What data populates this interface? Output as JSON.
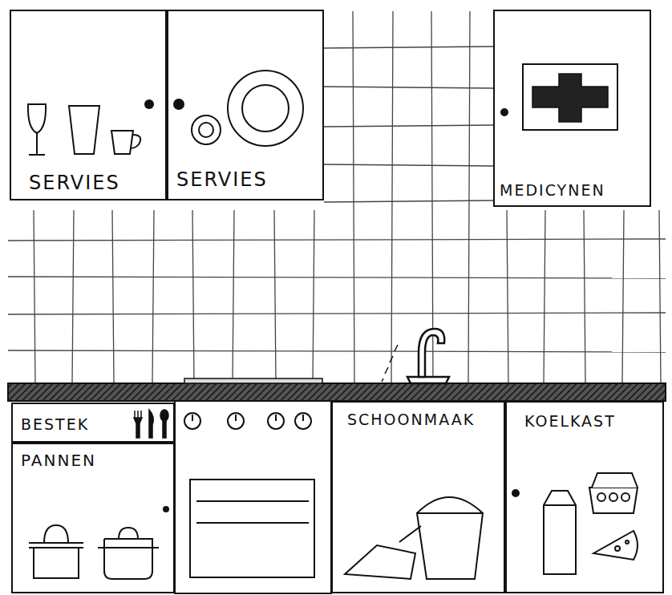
{
  "diagram": {
    "nodes": [
      {
        "text": [
          "SERVIES"
        ]
      },
      {
        "text": [
          "SERVIES"
        ]
      },
      {
        "text": [
          "MEDICYNEN"
        ]
      },
      {
        "text": [
          "BESTEK"
        ]
      },
      {
        "text": [
          "PANNEN"
        ]
      },
      {
        "text": [
          "SCHOONMAAK"
        ]
      },
      {
        "text": [
          "KOELKAST"
        ]
      }
    ]
  }
}
